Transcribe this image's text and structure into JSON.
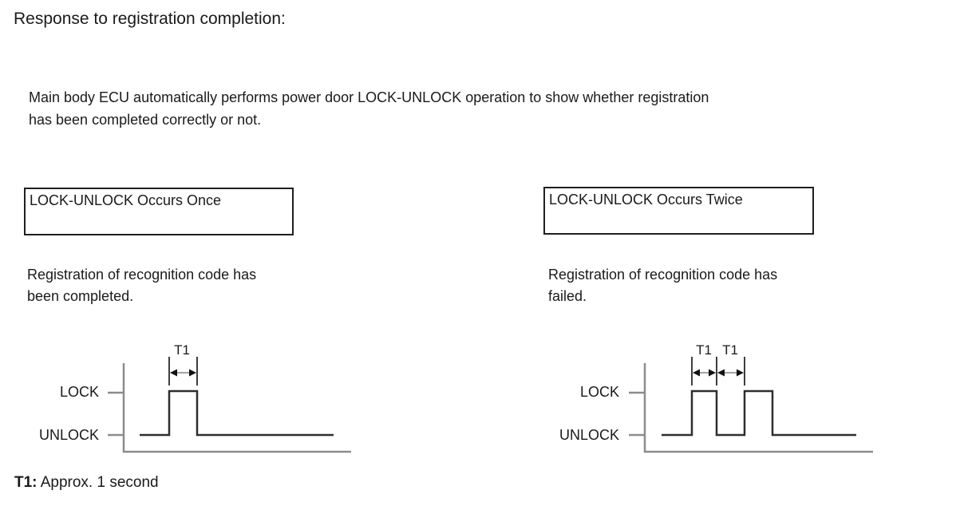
{
  "page": {
    "title": "Response to registration completion:",
    "intro_lines": [
      "Main body ECU automatically performs power door LOCK-UNLOCK operation to show whether registration",
      "has been completed correctly or not."
    ],
    "footnote": {
      "term": "T1:",
      "definition": " Approx. 1 second"
    }
  },
  "columns": {
    "left": {
      "box_label": "LOCK-UNLOCK Occurs Once",
      "description_lines": [
        "Registration of recognition code has",
        "been completed."
      ],
      "diagram": {
        "type": "timing-waveform",
        "lock_label": "LOCK",
        "unlock_label": "UNLOCK",
        "t1_labels": [
          "T1"
        ],
        "pulse_count": 1,
        "pulse_duration": "T1 (approx. 1 second)"
      }
    },
    "right": {
      "box_label": "LOCK-UNLOCK Occurs Twice",
      "description_lines": [
        "Registration of recognition code has",
        "failed."
      ],
      "diagram": {
        "type": "timing-waveform",
        "lock_label": "LOCK",
        "unlock_label": "UNLOCK",
        "t1_labels": [
          "T1",
          "T1"
        ],
        "pulse_count": 2,
        "pulse_duration": "T1 (approx. 1 second)"
      }
    }
  },
  "colors": {
    "text": "#1a1a1a",
    "box_border": "#1f1f1f",
    "axis_line": "#8c8c8c",
    "waveform_line": "#2e2e2e",
    "dimension_line": "#3e3e3e",
    "arrow_shaft": "#a3a3a3",
    "arrow_head": "#111111",
    "background": "#ffffff"
  }
}
